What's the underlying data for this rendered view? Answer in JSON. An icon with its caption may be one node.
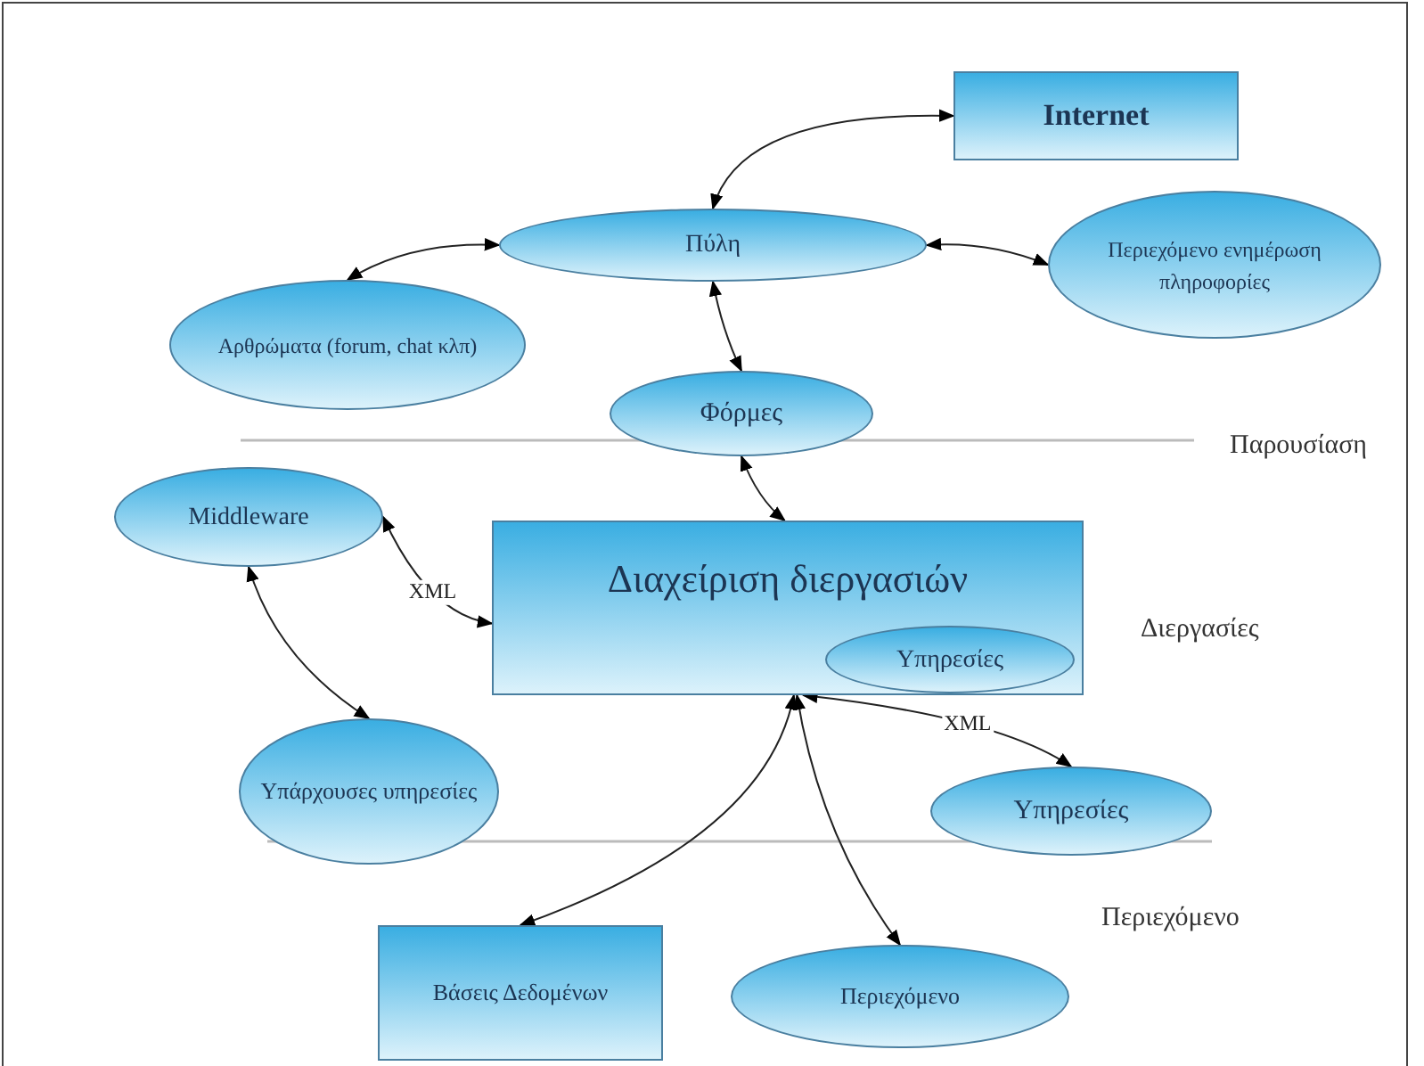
{
  "diagram": {
    "nodes": [
      {
        "text": [
          "Internet"
        ]
      },
      {
        "text": [
          "Πύλη"
        ]
      },
      {
        "text": [
          "Περιεχόμενο ενημέρωση πληροφορίες"
        ]
      },
      {
        "text": [
          "Αρθρώματα (forum, chat κλπ)"
        ]
      },
      {
        "text": [
          "Φόρμες"
        ]
      },
      {
        "text": [
          "Middleware"
        ]
      },
      {
        "text": [
          "Διαχείριση διεργασιών"
        ]
      },
      {
        "text": [
          "Υπηρεσίες"
        ],
        "in": 6
      },
      {
        "text": [
          "Υπάρχουσες υπηρεσίες"
        ]
      },
      {
        "text": [
          "Υπηρεσίες"
        ]
      },
      {
        "text": [
          "Βάσεις Δεδομένων"
        ]
      },
      {
        "text": [
          "Περιεχόμενο"
        ]
      }
    ],
    "edges": [
      {
        "from": 0,
        "to": 1,
        "arrow": "both"
      },
      {
        "from": 1,
        "to": 3,
        "arrow": "both"
      },
      {
        "from": 1,
        "to": 2,
        "arrow": "both"
      },
      {
        "from": 1,
        "to": 4,
        "arrow": "both"
      },
      {
        "from": 4,
        "to": 6,
        "arrow": "both"
      },
      {
        "from": 5,
        "to": 6,
        "arrow": "both",
        "label": "XML"
      },
      {
        "from": 5,
        "to": 8,
        "arrow": "both"
      },
      {
        "from": 6,
        "to": 9,
        "arrow": "both",
        "label": "XML"
      },
      {
        "from": 6,
        "to": 10,
        "arrow": "both"
      },
      {
        "from": 6,
        "to": 11,
        "arrow": "both"
      }
    ],
    "labels": [
      "Παρουσίαση",
      "Διεργασίες",
      "Περιεχόμενο"
    ]
  }
}
